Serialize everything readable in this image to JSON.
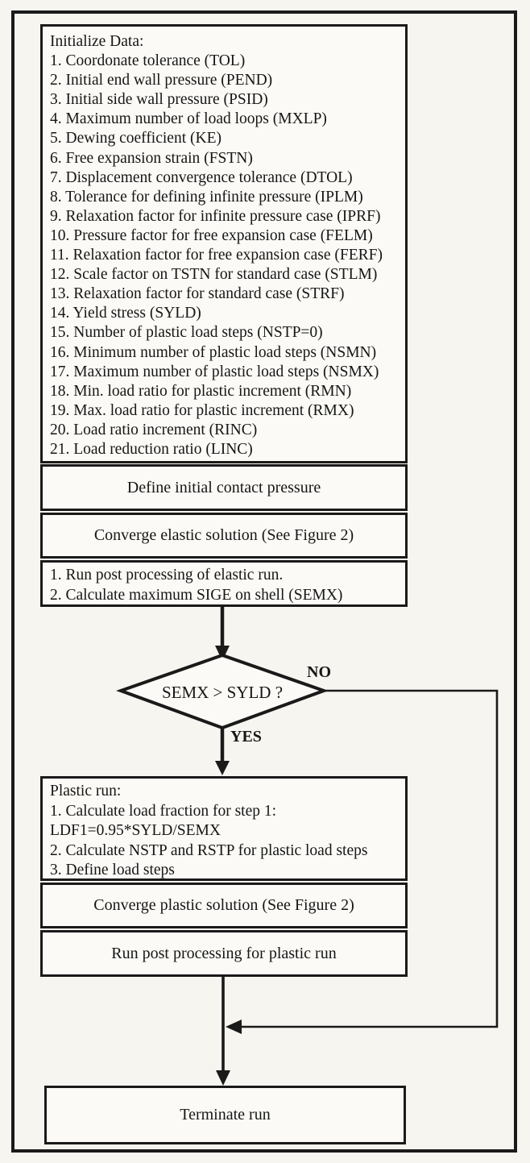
{
  "colors": {
    "paper": "#f6f5f0",
    "box_fill": "#fbfaf6",
    "ink": "#1a1a1a"
  },
  "flowchart": {
    "init_box": {
      "title": "Initialize Data:",
      "items": [
        "1. Coordonate tolerance (TOL)",
        "2. Initial end wall pressure (PEND)",
        "3. Initial side wall pressure (PSID)",
        "4. Maximum number of load loops (MXLP)",
        "5. Dewing coefficient (KE)",
        "6. Free expansion strain (FSTN)",
        "7. Displacement convergence tolerance (DTOL)",
        "8. Tolerance for defining infinite pressure (IPLM)",
        "9. Relaxation factor for infinite pressure case (IPRF)",
        "10. Pressure factor for free expansion case (FELM)",
        "11. Relaxation factor for free expansion case (FERF)",
        "12. Scale factor on TSTN for standard case (STLM)",
        "13. Relaxation factor for standard case (STRF)",
        "14. Yield stress (SYLD)",
        "15. Number of plastic load steps (NSTP=0)",
        "16. Minimum number of plastic load steps (NSMN)",
        "17. Maximum number of plastic load steps (NSMX)",
        "18. Min. load ratio for plastic increment (RMN)",
        "19. Max. load ratio for plastic increment (RMX)",
        "20. Load ratio increment (RINC)",
        "21. Load reduction ratio (LINC)"
      ]
    },
    "define_pressure_box": {
      "label": "Define initial contact pressure"
    },
    "converge_elastic_box": {
      "label": "Converge elastic solution (See Figure 2)"
    },
    "elastic_post_box": {
      "lines": [
        "1. Run post processing of elastic run.",
        "2. Calculate maximum SIGE on shell (SEMX)"
      ]
    },
    "decision": {
      "label": "SEMX > SYLD ?",
      "no_label": "NO",
      "yes_label": "YES"
    },
    "plastic_run_box": {
      "lines": [
        "Plastic run:",
        "1. Calculate load fraction for step 1:",
        "LDF1=0.95*SYLD/SEMX",
        "2. Calculate NSTP and RSTP for plastic load steps",
        "3. Define load steps"
      ]
    },
    "converge_plastic_box": {
      "label": "Converge plastic solution (See Figure 2)"
    },
    "plastic_post_box": {
      "label": "Run post processing for plastic run"
    },
    "terminate_box": {
      "label": "Terminate run"
    }
  }
}
